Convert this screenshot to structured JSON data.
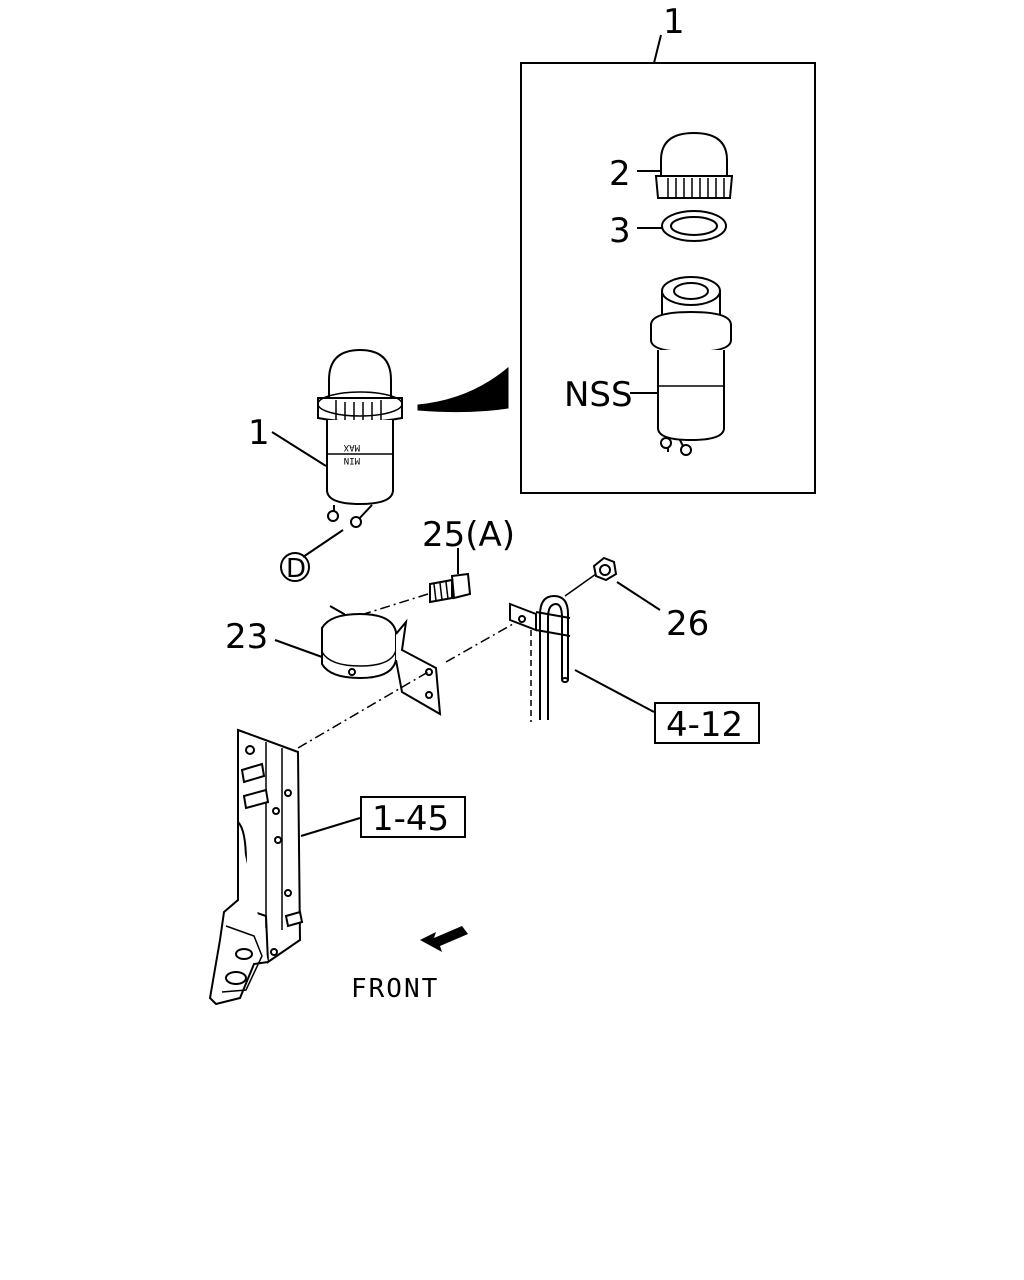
{
  "labels": {
    "kit": "1",
    "cap": "2",
    "gasket": "3",
    "nss": "NSS",
    "reservoir": "1",
    "bolt": "25(A)",
    "nut": "26",
    "band": "23",
    "ref_pipe": "4-12",
    "ref_bracket": "1-45",
    "hose_marker": "D",
    "front": "FRONT",
    "reservoir_mark_max": "MAX",
    "reservoir_mark_min": "MIN"
  }
}
